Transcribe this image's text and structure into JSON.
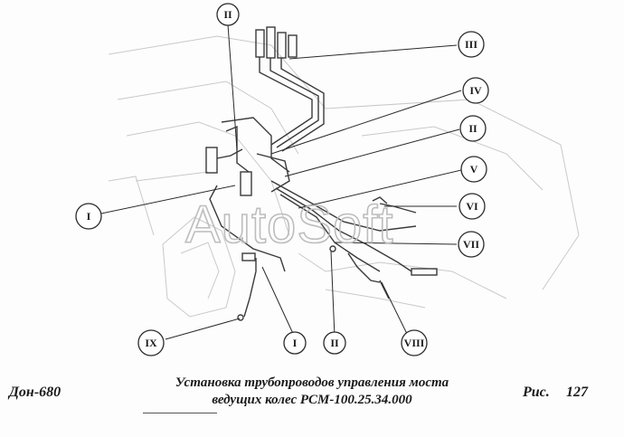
{
  "callouts": [
    {
      "id": "II-top",
      "label": "II"
    },
    {
      "id": "III",
      "label": "III"
    },
    {
      "id": "IV",
      "label": "IV"
    },
    {
      "id": "II-right",
      "label": "II"
    },
    {
      "id": "V",
      "label": "V"
    },
    {
      "id": "VI",
      "label": "VI"
    },
    {
      "id": "VII",
      "label": "VII"
    },
    {
      "id": "I-left",
      "label": "I"
    },
    {
      "id": "IX",
      "label": "IX"
    },
    {
      "id": "I-bottom",
      "label": "I"
    },
    {
      "id": "II-bottom",
      "label": "II"
    },
    {
      "id": "VIII",
      "label": "VIII"
    }
  ],
  "watermark": "AutoSoft",
  "caption": {
    "model": "Дон-680",
    "title_line1": "Установка трубопроводов управления моста",
    "title_line2": "ведущих колес РСМ-100.25.34.000",
    "fig_label": "Рис.",
    "fig_number": "127"
  }
}
